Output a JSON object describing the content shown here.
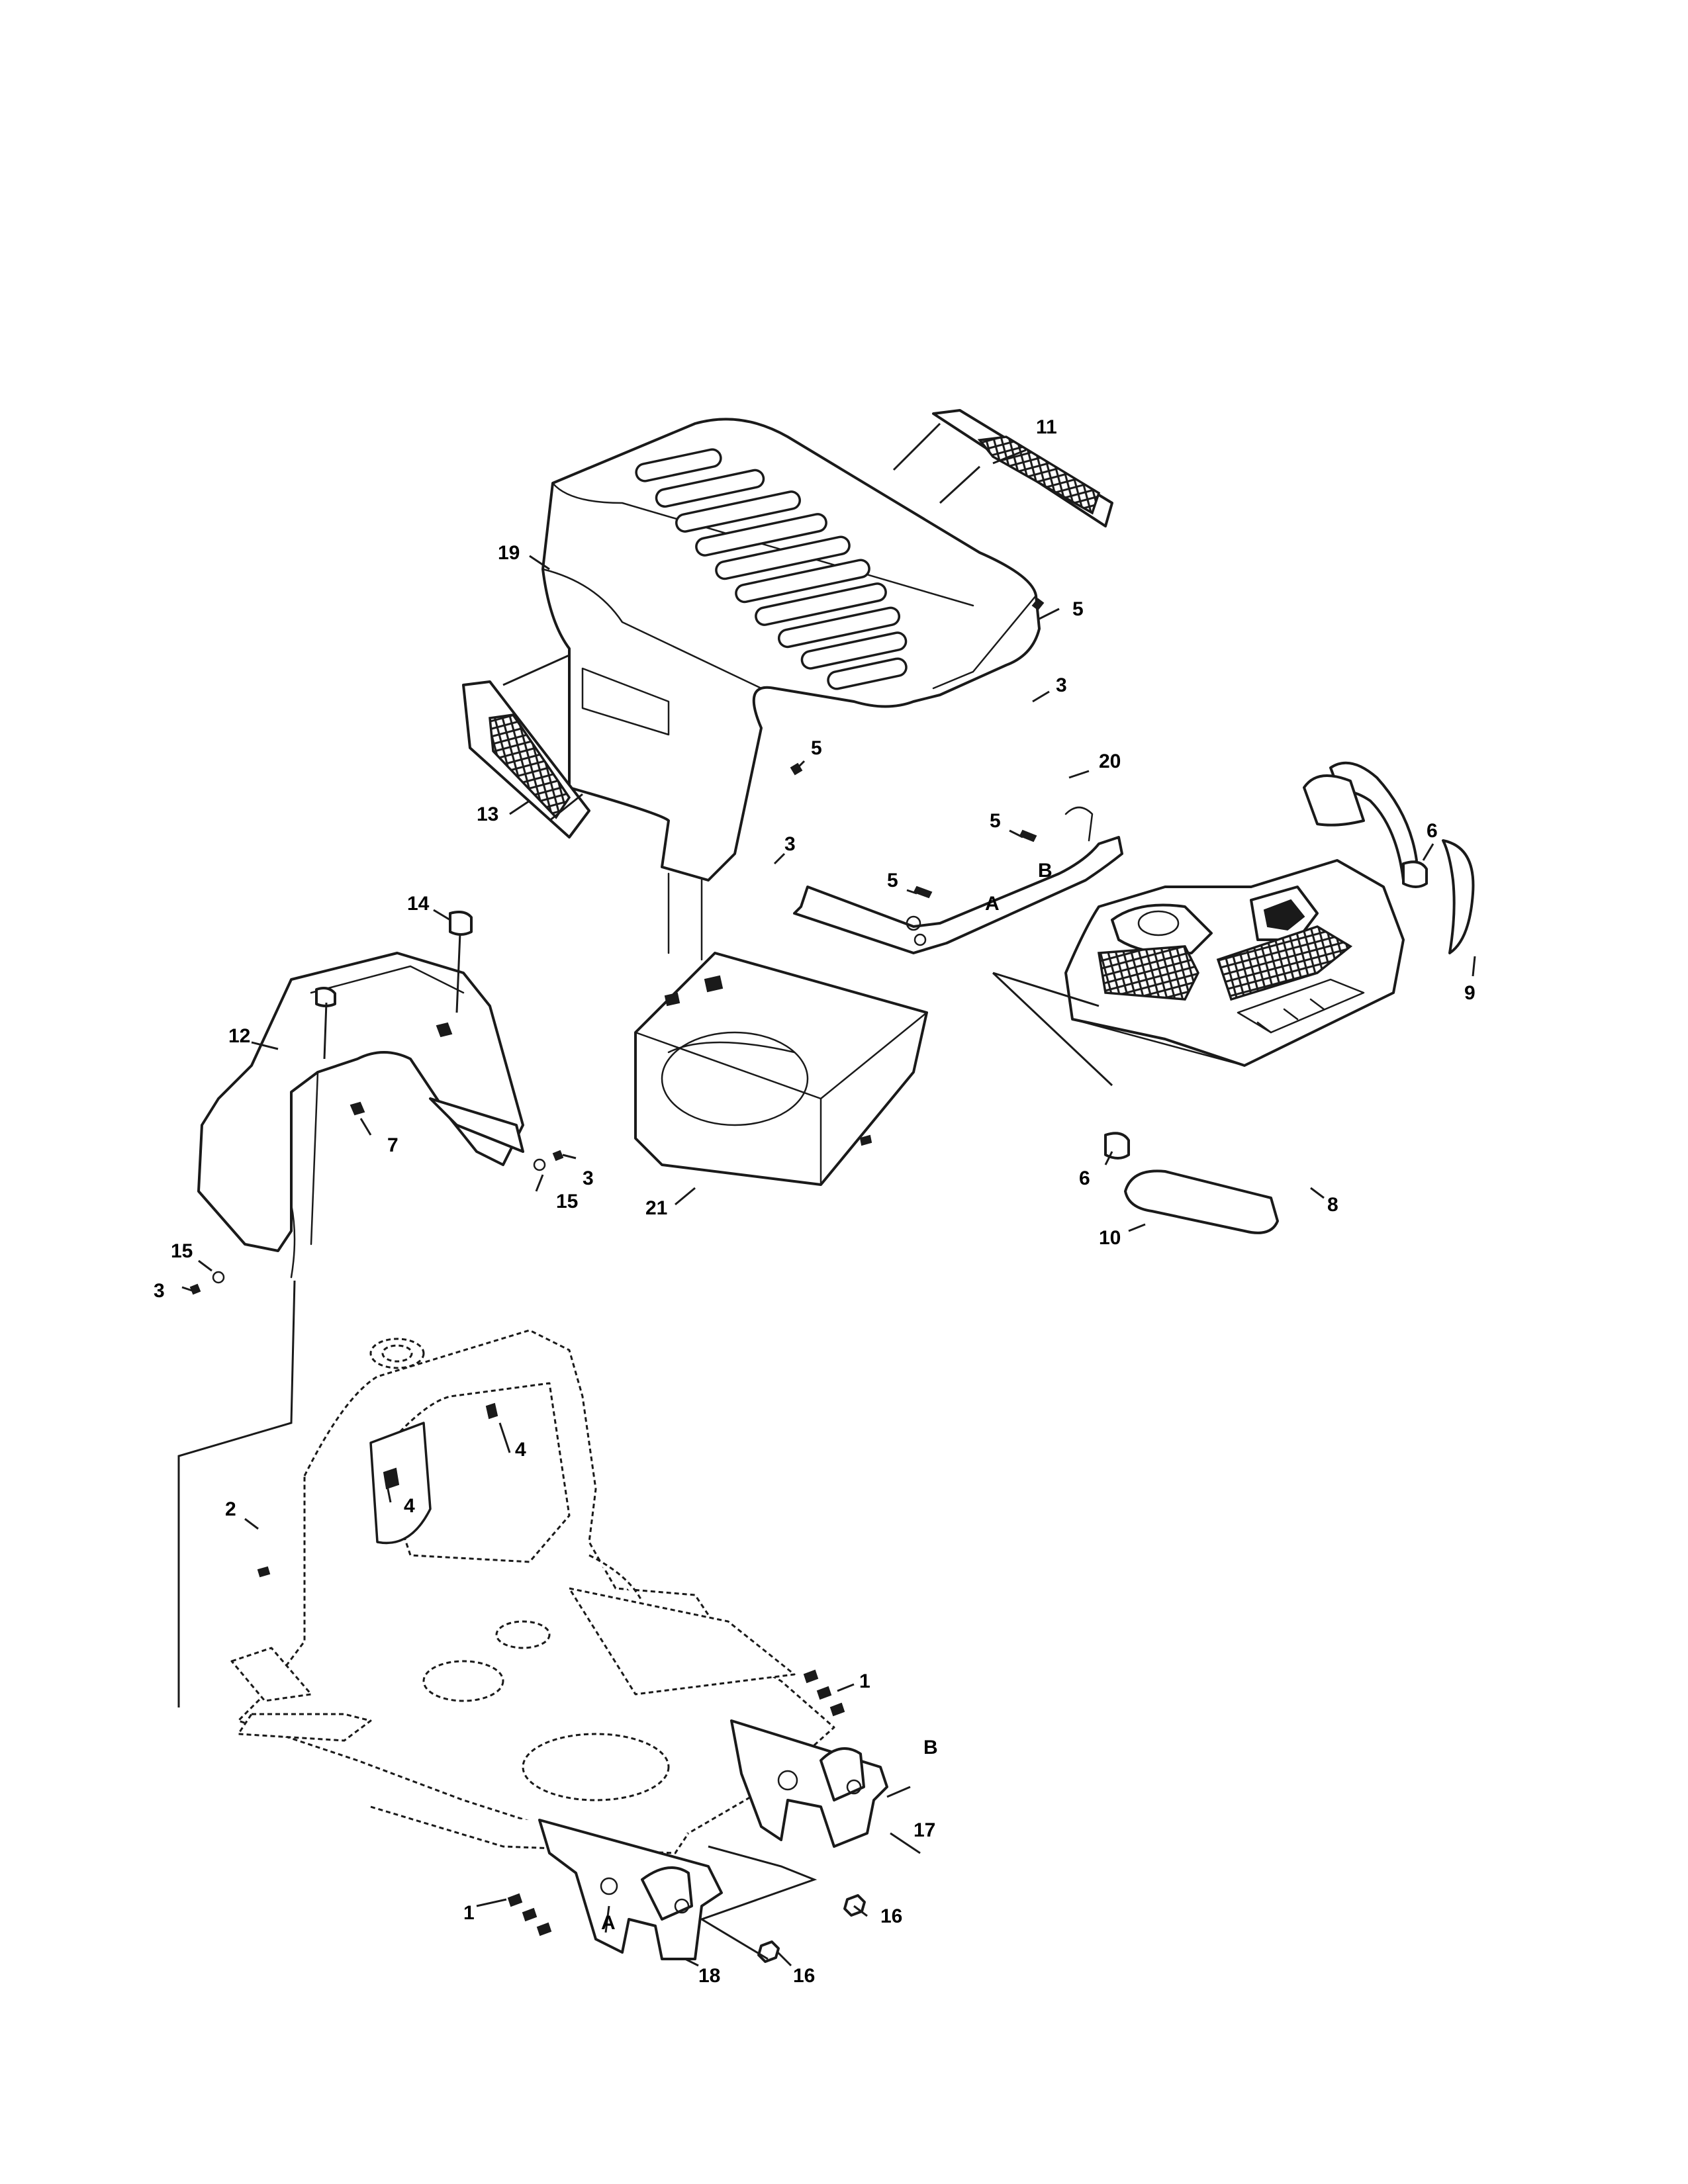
{
  "diagram": {
    "callouts": {
      "c19": "19",
      "c11": "11",
      "c5a": "5",
      "c3a": "3",
      "c20": "20",
      "c5b": "5",
      "c13": "13",
      "c3b": "3",
      "c5c": "5",
      "c5d": "5",
      "cB1": "B",
      "cA1": "A",
      "c6a": "6",
      "c9": "9",
      "c14": "14",
      "c12": "12",
      "c15a": "15",
      "c3c": "3",
      "c7": "7",
      "c8": "8",
      "c6b": "6",
      "c21": "21",
      "c10": "10",
      "c15b": "15",
      "c3d": "3",
      "c2": "2",
      "c4a": "4",
      "c4b": "4",
      "c1a": "1",
      "cB2": "B",
      "c17": "17",
      "c1b": "1",
      "cA2": "A",
      "c16a": "16",
      "c16b": "16",
      "c18": "18"
    }
  }
}
